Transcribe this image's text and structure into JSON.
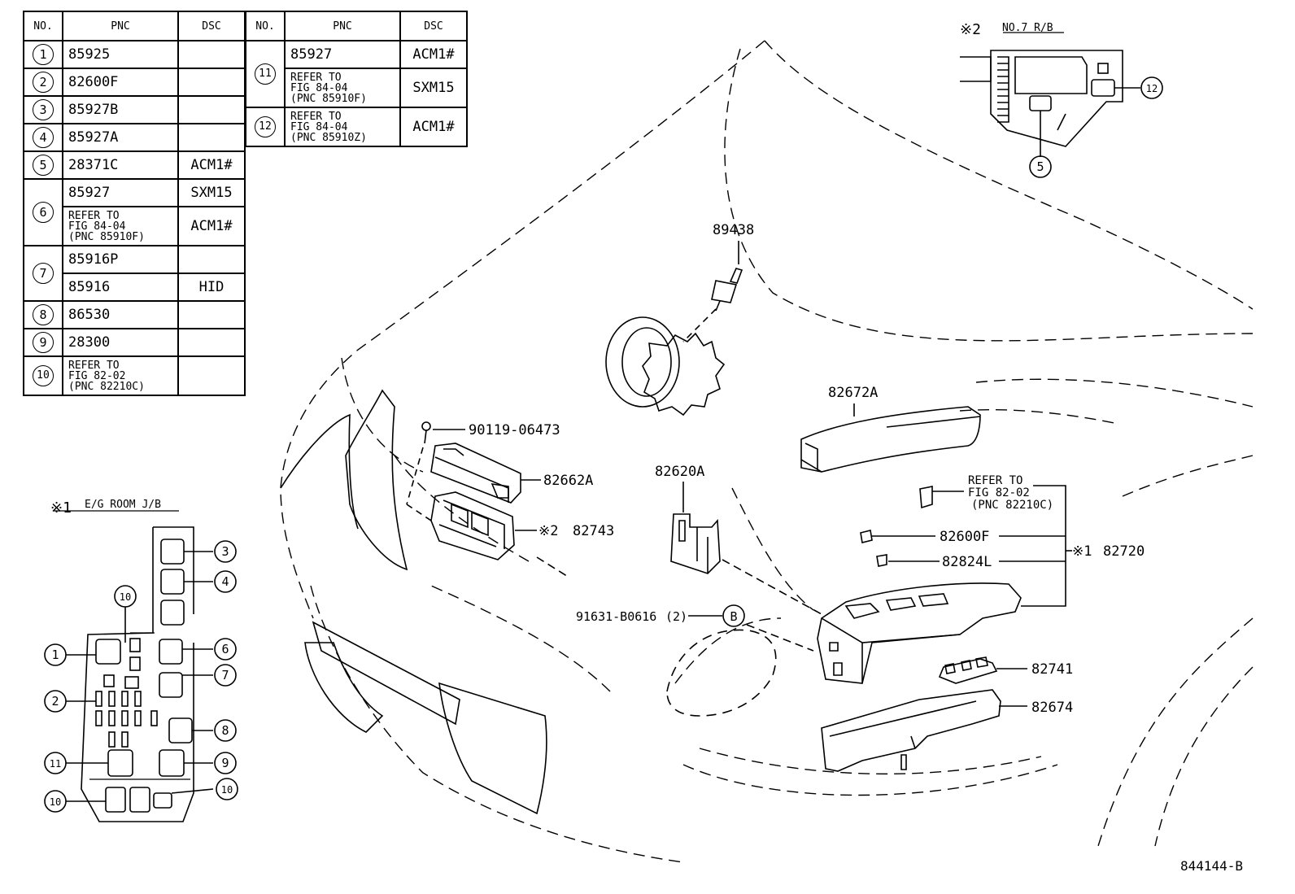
{
  "table_left": {
    "headers": [
      "NO.",
      "PNC",
      "DSC"
    ],
    "rows": [
      {
        "no": "1",
        "entries": [
          {
            "pnc": "85925",
            "dsc": ""
          }
        ]
      },
      {
        "no": "2",
        "entries": [
          {
            "pnc": "82600F",
            "dsc": ""
          }
        ]
      },
      {
        "no": "3",
        "entries": [
          {
            "pnc": "85927B",
            "dsc": ""
          }
        ]
      },
      {
        "no": "4",
        "entries": [
          {
            "pnc": "85927A",
            "dsc": ""
          }
        ]
      },
      {
        "no": "5",
        "entries": [
          {
            "pnc": "28371C",
            "dsc": "ACM1#"
          }
        ]
      },
      {
        "no": "6",
        "entries": [
          {
            "pnc": "85927",
            "dsc": "SXM15"
          },
          {
            "pnc": "REFER TO\nFIG 84-04\n(PNC 85910F)",
            "dsc": "ACM1#",
            "ref": true
          }
        ]
      },
      {
        "no": "7",
        "entries": [
          {
            "pnc": "85916P",
            "dsc": ""
          },
          {
            "pnc": "85916",
            "dsc": "HID"
          }
        ]
      },
      {
        "no": "8",
        "entries": [
          {
            "pnc": "86530",
            "dsc": ""
          }
        ]
      },
      {
        "no": "9",
        "entries": [
          {
            "pnc": "28300",
            "dsc": ""
          }
        ]
      },
      {
        "no": "10",
        "entries": [
          {
            "pnc": "REFER TO\nFIG 82-02\n(PNC 82210C)",
            "dsc": "",
            "ref": true
          }
        ]
      }
    ]
  },
  "table_right": {
    "headers": [
      "NO.",
      "PNC",
      "DSC"
    ],
    "rows": [
      {
        "no": "11",
        "entries": [
          {
            "pnc": "85927",
            "dsc": "ACM1#"
          },
          {
            "pnc": "REFER TO\nFIG 84-04\n(PNC 85910F)",
            "dsc": "SXM15",
            "ref": true
          }
        ]
      },
      {
        "no": "12",
        "entries": [
          {
            "pnc": "REFER TO\nFIG 84-04\n(PNC 85910Z)",
            "dsc": "ACM1#",
            "ref": true
          }
        ]
      }
    ]
  },
  "inset_eg": {
    "mark": "※1",
    "title": "E/G ROOM J/B",
    "callouts": [
      "1",
      "2",
      "3",
      "4",
      "6",
      "7",
      "8",
      "9",
      "10",
      "10",
      "10",
      "11"
    ]
  },
  "inset_r7": {
    "mark": "※2",
    "title": "NO.7 R/B",
    "callouts": [
      "12",
      "5"
    ]
  },
  "labels": {
    "p89438": "89438",
    "p82672A": "82672A",
    "p90119": "90119-06473",
    "p82662A": "82662A",
    "p82620A": "82620A",
    "p82743_mark": "※2",
    "p82743": "82743",
    "refer_line1": "REFER TO",
    "refer_line2": "FIG 82-02",
    "refer_line3": "(PNC 82210C)",
    "p82600F": "82600F",
    "p82720_mark": "※1",
    "p82720": "82720",
    "p82824L": "82824L",
    "p91631": "91631-B0616",
    "p91631_qty": "(2)",
    "b_mark": "B",
    "p82741": "82741",
    "p82674": "82674",
    "figure_id": "844144-B"
  }
}
